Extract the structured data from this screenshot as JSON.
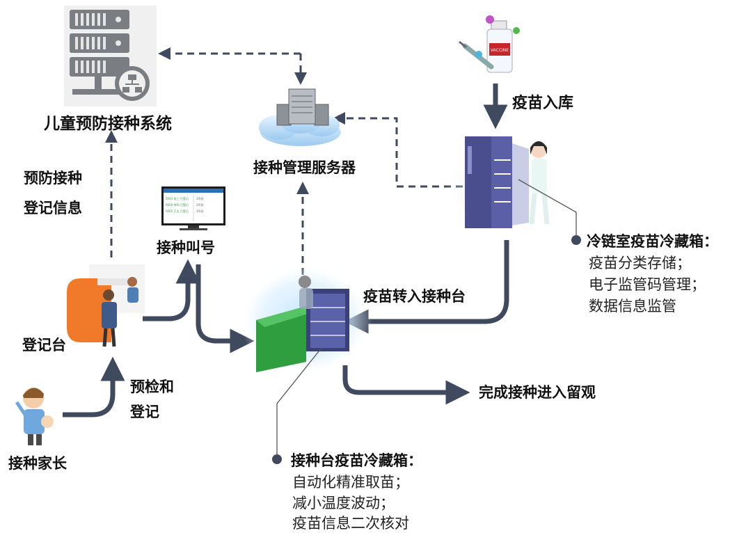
{
  "nodes": {
    "child_system": "儿童预防接种系统",
    "server": "接种管理服务器",
    "vaccine_storage": "疫苗入库",
    "call_number": "接种叫号",
    "registration_desk": "登记台",
    "parent": "接种家长",
    "complete": "完成接种进入留观",
    "transfer": "疫苗转入接种台"
  },
  "edge_labels": {
    "reg_info_1": "预防接种",
    "reg_info_2": "登记信息",
    "precheck_1": "预检和",
    "precheck_2": "登记"
  },
  "notes": {
    "cold_room": {
      "title": "冷链室疫苗冷藏箱：",
      "lines": [
        "疫苗分类存储；",
        "电子监管码管理；",
        "数据信息监管"
      ]
    },
    "station": {
      "title": "接种台疫苗冷藏箱：",
      "lines": [
        "自动化精准取苗；",
        "减小温度波动；",
        "疫苗信息二次核对"
      ]
    }
  },
  "screen": {
    "rows_left": [
      "0003 张三 已登记",
      "0004 李四 已登记",
      "0005 王五 已登记"
    ],
    "rows_right": [
      "1号台",
      "2号台",
      "3号台"
    ]
  },
  "vial_label": "VACCINE",
  "colors": {
    "arrow": "#3f4a5e",
    "server_gray": "#7a7d82",
    "cabinet": "#4a4e8e",
    "station_green": "#3bb54a",
    "screen_green": "#2e9e44",
    "desk_orange": "#f07a2a"
  }
}
